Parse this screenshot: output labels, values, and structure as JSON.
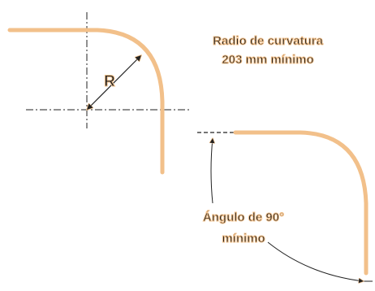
{
  "colors": {
    "cable": "#f2c08a",
    "line": "#222222"
  },
  "top_figure": {
    "radius_symbol": "R"
  },
  "caption_radius": {
    "line1": "Radio de curvatura",
    "line2": "203 mm mínimo"
  },
  "caption_angle": {
    "line1": "Ángulo de 90°",
    "line2": "mínimo"
  }
}
